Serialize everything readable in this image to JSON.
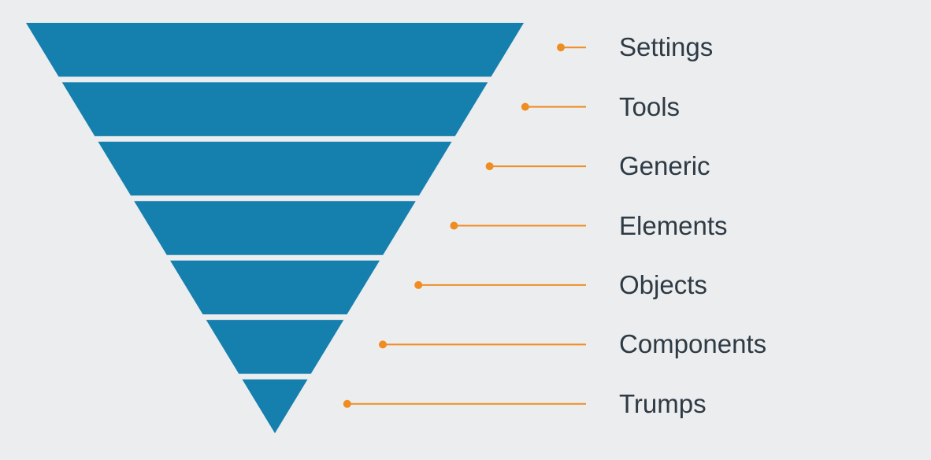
{
  "diagram": {
    "layers": [
      {
        "label": "Settings"
      },
      {
        "label": "Tools"
      },
      {
        "label": "Generic"
      },
      {
        "label": "Elements"
      },
      {
        "label": "Objects"
      },
      {
        "label": "Components"
      },
      {
        "label": "Trumps"
      }
    ]
  },
  "colors": {
    "background": "#ebedef",
    "layer_fill": "#157fad",
    "connector": "#ef8d22",
    "label_text": "#2e3a44"
  }
}
